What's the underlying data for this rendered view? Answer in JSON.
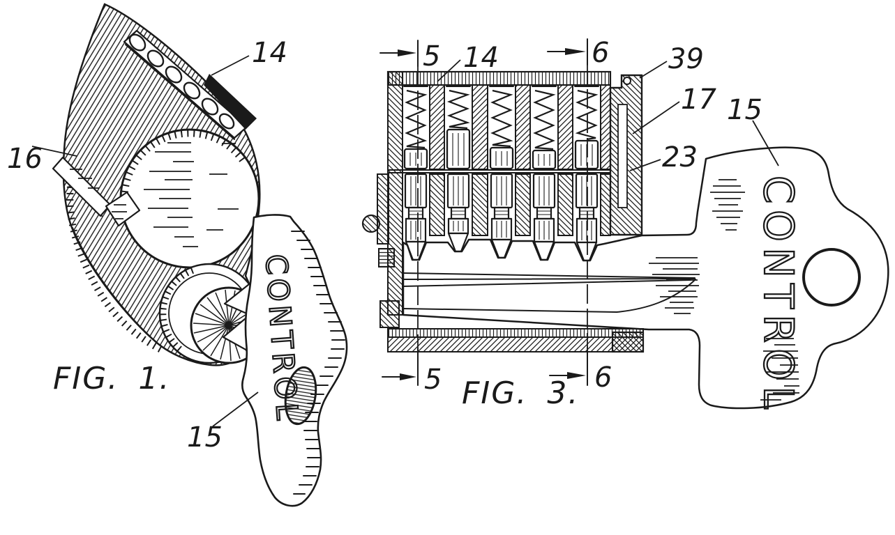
{
  "drawing": {
    "ink_color": "#1a1a1a",
    "paper_color": "#ffffff",
    "fig1": {
      "caption": "FIG. 1.",
      "key_engraving": "CONTROL",
      "labels": {
        "n14": "14",
        "n16": "16",
        "n15": "15"
      }
    },
    "fig3": {
      "caption": "FIG. 3.",
      "key_engraving": "CONTROL",
      "labels": {
        "n5_top": "5",
        "n14": "14",
        "n6_top": "6",
        "n39": "39",
        "n17": "17",
        "n23": "23",
        "n15": "15",
        "n5_bottom": "5",
        "n6_bottom": "6"
      }
    }
  }
}
